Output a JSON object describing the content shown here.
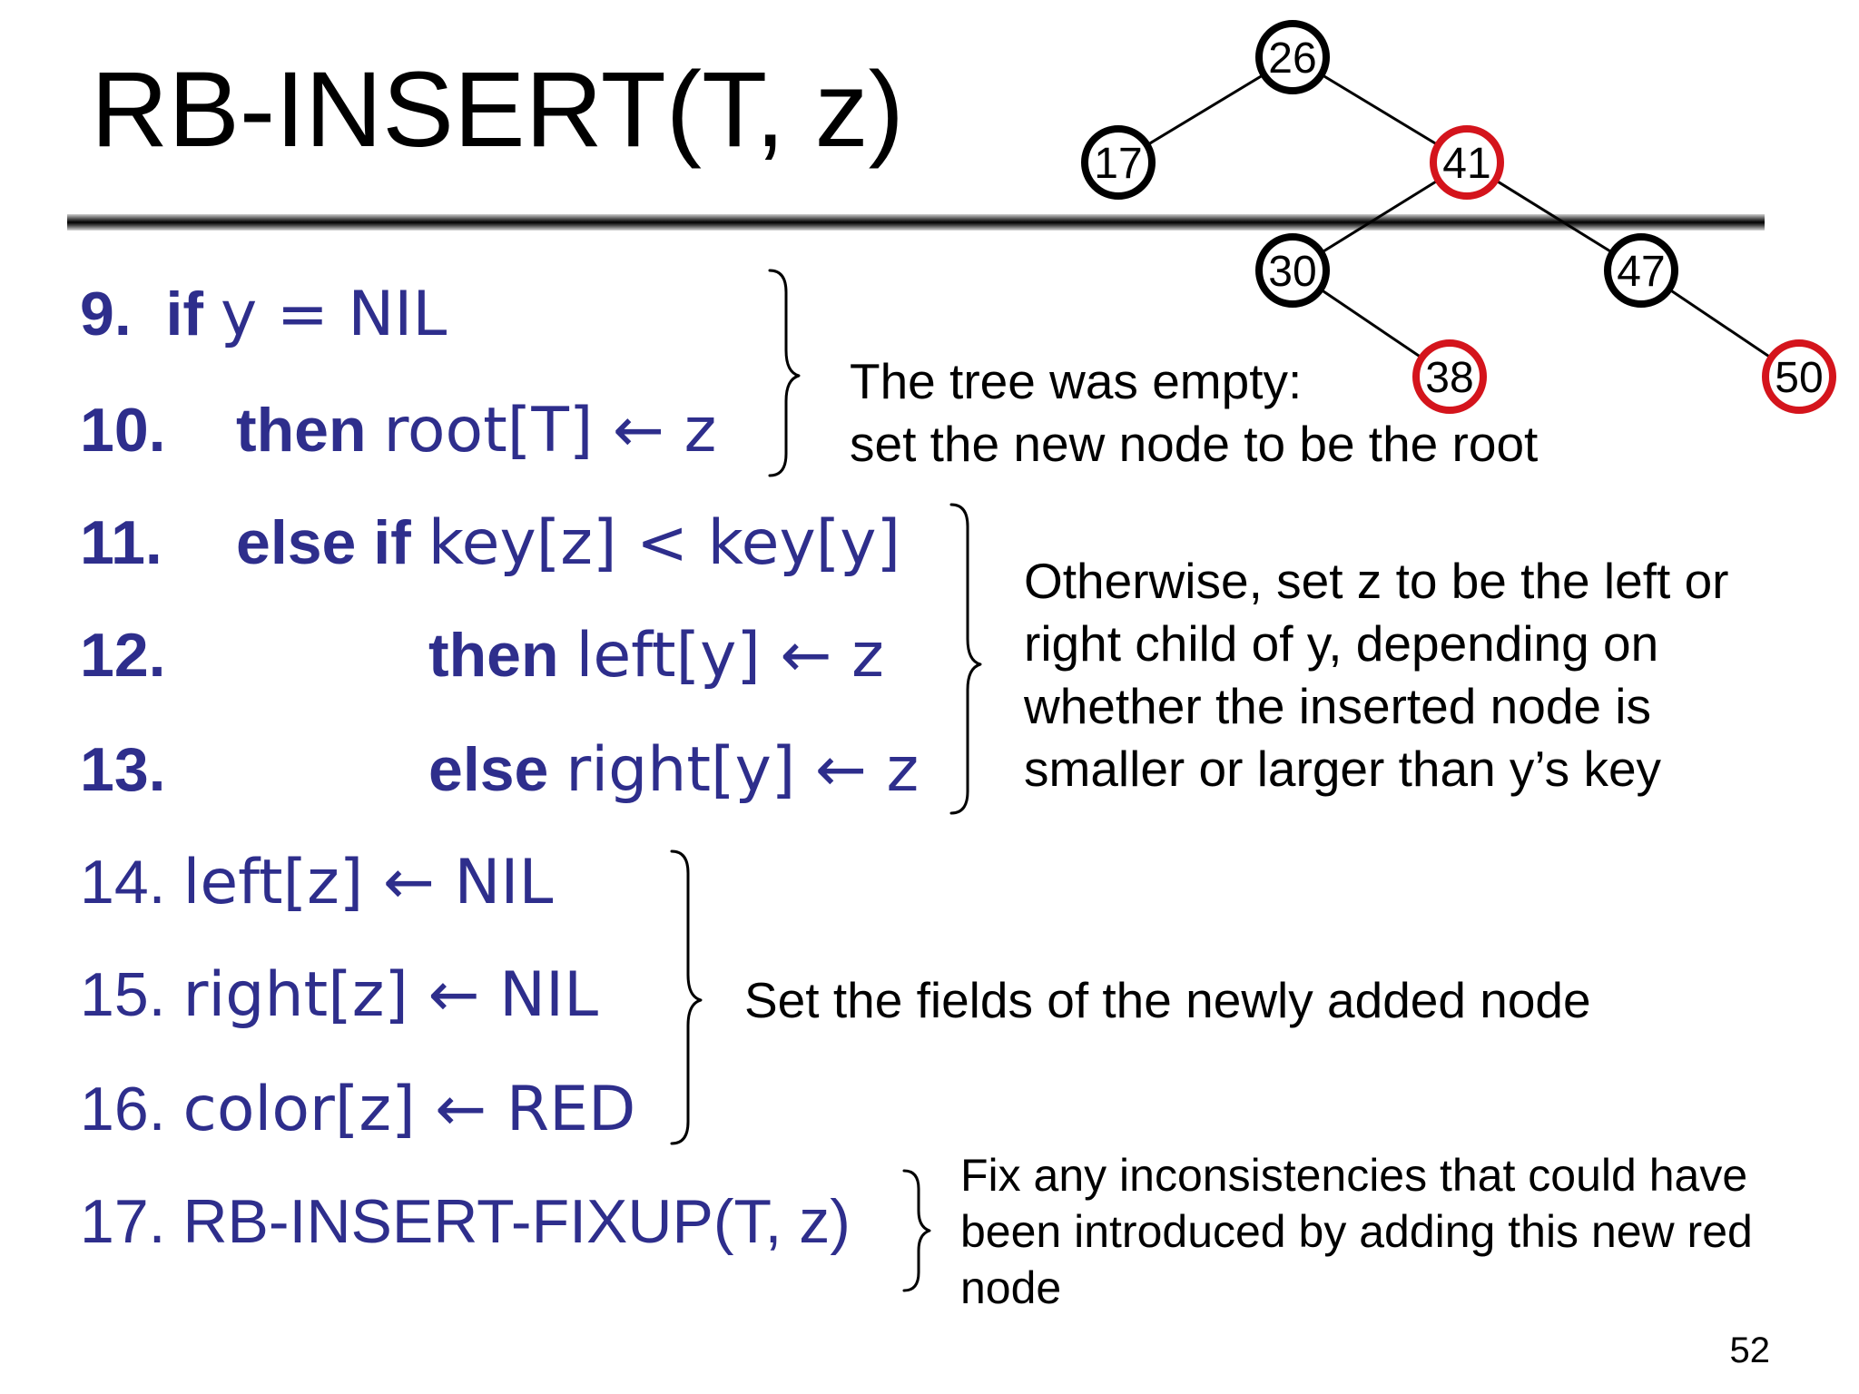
{
  "title": "RB-INSERT(T, z)",
  "code_lines": [
    {
      "number": "9.",
      "keyword": "if",
      "expr": "y = NIL"
    },
    {
      "number": "10.",
      "keyword": "then",
      "expr": "root[T] ← z"
    },
    {
      "number": "11.",
      "keyword": "else if",
      "expr": "key[z] < key[y]"
    },
    {
      "number": "12.",
      "keyword": "then",
      "expr": "left[y] ← z"
    },
    {
      "number": "13.",
      "keyword": "else",
      "expr": "right[y] ← z"
    },
    {
      "number": "14.",
      "expr": "left[z] ← NIL"
    },
    {
      "number": "15.",
      "expr": "right[z] ← NIL"
    },
    {
      "number": "16.",
      "expr": "color[z] ← RED"
    },
    {
      "number": "17.",
      "expr": "RB-INSERT-FIXUP(T, z)"
    }
  ],
  "notes": {
    "empty_tree": [
      "The tree was empty:",
      "set the new node to be the root"
    ],
    "otherwise": [
      "Otherwise, set z to be the left or",
      "right child of y, depending on",
      "whether the inserted node is",
      "smaller or larger than y’s key"
    ],
    "set_fields": [
      "Set the fields of the newly added node"
    ],
    "fixup": [
      "Fix any inconsistencies that could have",
      "been introduced by adding this new red",
      "node"
    ]
  },
  "tree": {
    "nodes": [
      {
        "key": "26",
        "color": "black"
      },
      {
        "key": "17",
        "color": "black"
      },
      {
        "key": "41",
        "color": "red"
      },
      {
        "key": "30",
        "color": "black"
      },
      {
        "key": "47",
        "color": "black"
      },
      {
        "key": "38",
        "color": "red"
      },
      {
        "key": "50",
        "color": "red"
      }
    ],
    "colors": {
      "black": "#000000",
      "red": "#d4141c"
    }
  },
  "code_color": "#2e2e8c",
  "page_number": "52"
}
